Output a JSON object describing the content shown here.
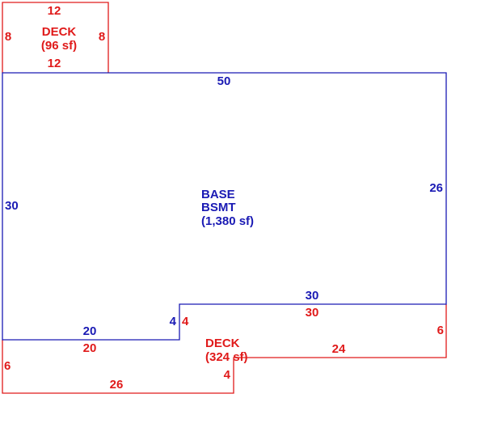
{
  "colors": {
    "base": "#1a1ab4",
    "deck": "#e01a1a"
  },
  "deck_upper": {
    "name": "DECK",
    "area": "(96 sf)",
    "dims": {
      "top": "12",
      "bottom": "12",
      "left": "8",
      "right": "8"
    }
  },
  "base": {
    "name_line1": "BASE",
    "name_line2": "BSMT",
    "area": "(1,380 sf)",
    "dims": {
      "top": "50",
      "left": "30",
      "right": "26",
      "step_top": "30",
      "step_riser": "4",
      "bottom": "20"
    }
  },
  "deck_lower": {
    "name": "DECK",
    "area": "(324 sf)",
    "dims": {
      "top_long": "30",
      "top_short": "20",
      "riser_up": "4",
      "right": "6",
      "bottom_right": "24",
      "riser_down": "4",
      "left": "6",
      "bottom": "26"
    }
  }
}
